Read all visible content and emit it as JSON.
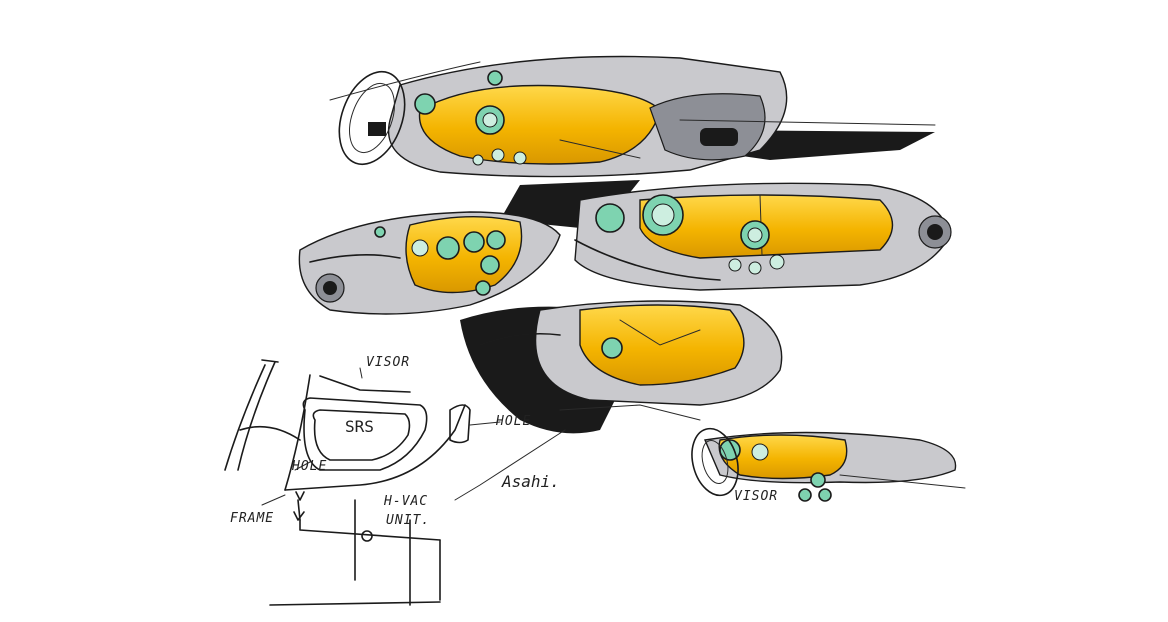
{
  "artwork": {
    "labels": {
      "visor_top": "VISOR",
      "srs": "SRS",
      "hole_right": "HOLE",
      "hole_left": "HOLE",
      "frame": "FRAME",
      "hvac": "H-VAC",
      "unit": "UNIT.",
      "visor_bottom": "VISOR"
    },
    "signature": "Asahi.",
    "colors": {
      "marker_yellow": "#f4b400",
      "marker_yellow_light": "#ffd84a",
      "gauge_green": "#7ed3b0",
      "cool_grey": "#c9c9cd",
      "dark_grey": "#8d8f96",
      "ink": "#1b1b1b"
    }
  }
}
